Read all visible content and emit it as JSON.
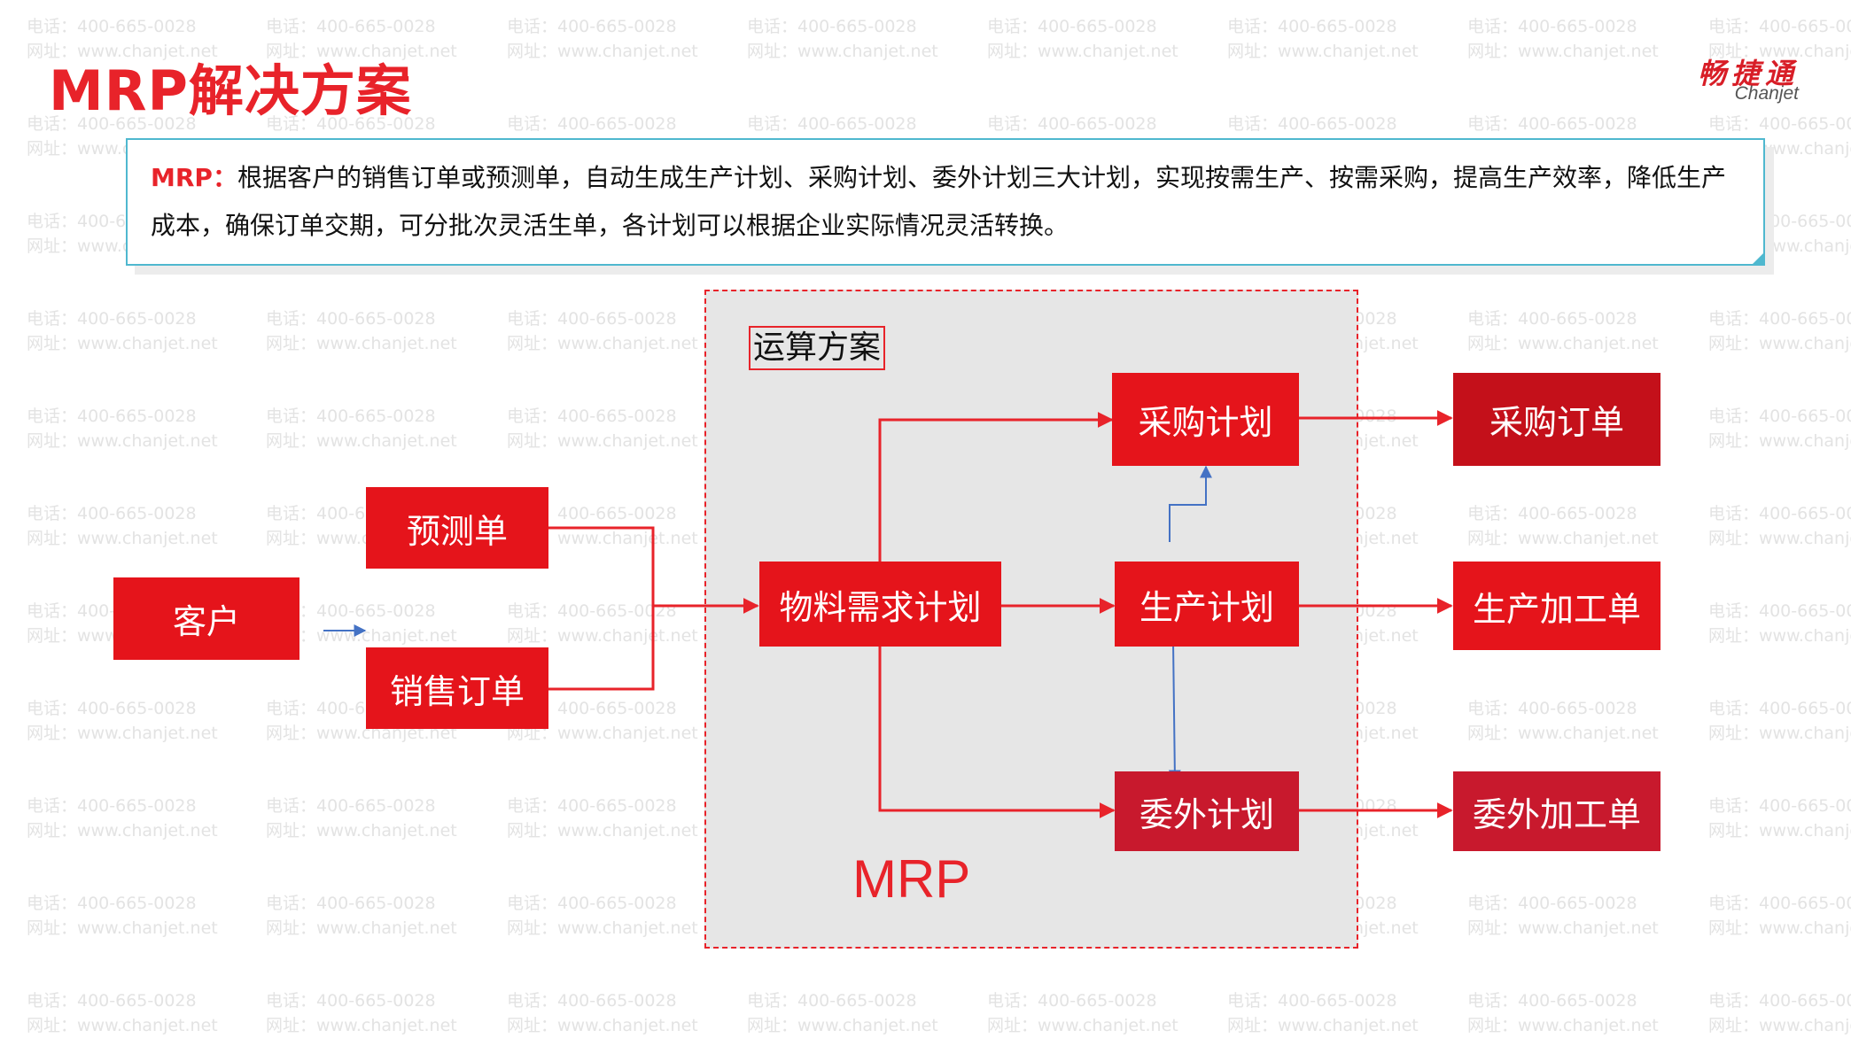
{
  "title": "MRP解决方案",
  "logo": {
    "text_cn": "畅捷通",
    "text_en": "Chanjet"
  },
  "description": {
    "label": "MRP：",
    "text": "根据客户的销售订单或预测单，自动生成生产计划、采购计划、委外计划三大计划，实现按需生产、按需采购，提高生产效率，降低生产成本，确保订单交期，可分批次灵活生单，各计划可以根据企业实际情况灵活转换。"
  },
  "watermark": {
    "line1": "电话：400-665-0028",
    "line2": "网址：www.chanjet.net"
  },
  "diagram": {
    "region_label": "运算方案",
    "region_title": "MRP",
    "colors": {
      "box_primary": "#e5141b",
      "box_dark": "#c4101a",
      "box_crimson": "#c8192d",
      "arrow_red": "#e8232a",
      "arrow_blue": "#4472c4",
      "region_bg": "#e6e6e6"
    },
    "nodes": {
      "customer": "客户",
      "forecast": "预测单",
      "sales_order": "销售订单",
      "mrp_plan": "物料需求计划",
      "purchase_plan": "采购计划",
      "production_plan": "生产计划",
      "outsource_plan": "委外计划",
      "purchase_order": "采购订单",
      "production_order": "生产加工单",
      "outsource_order": "委外加工单"
    }
  }
}
